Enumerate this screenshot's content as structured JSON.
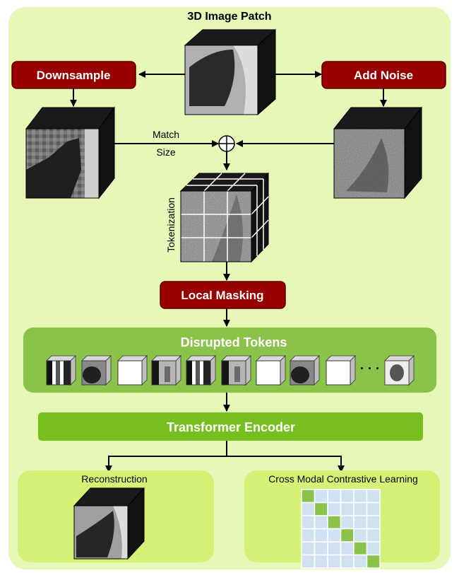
{
  "title": "3D Image Patch",
  "boxes": {
    "downsample": "Downsample",
    "add_noise": "Add Noise",
    "local_masking": "Local Masking",
    "transformer_encoder": "Transformer Encoder"
  },
  "labels": {
    "match": "Match",
    "size": "Size",
    "tokenization": "Tokenization",
    "disrupted_tokens": "Disrupted Tokens",
    "ellipsis": "· · ·",
    "reconstruction": "Reconstruction",
    "contrastive": "Cross Modal Contrastive Learning"
  },
  "tokens": [
    "dark-bands",
    "blur-dark",
    "blank",
    "dark-edge",
    "dark-bands",
    "dark-edge",
    "blank",
    "blur-dark",
    "blank",
    "light-blob"
  ],
  "contrastive_grid": {
    "size": 6,
    "highlighted_cells": [
      [
        0,
        0
      ],
      [
        1,
        1
      ],
      [
        2,
        2
      ],
      [
        3,
        3
      ],
      [
        4,
        4
      ],
      [
        5,
        5
      ]
    ]
  },
  "colors": {
    "outer_bg": "#e6f7b8",
    "red_box": "#990000",
    "green_panel": "#8bc34a",
    "encoder": "#76bf1e",
    "output_bg": "#d5f276",
    "grid_cell": "#d0e2f2",
    "grid_highlight": "#8bc34a"
  }
}
